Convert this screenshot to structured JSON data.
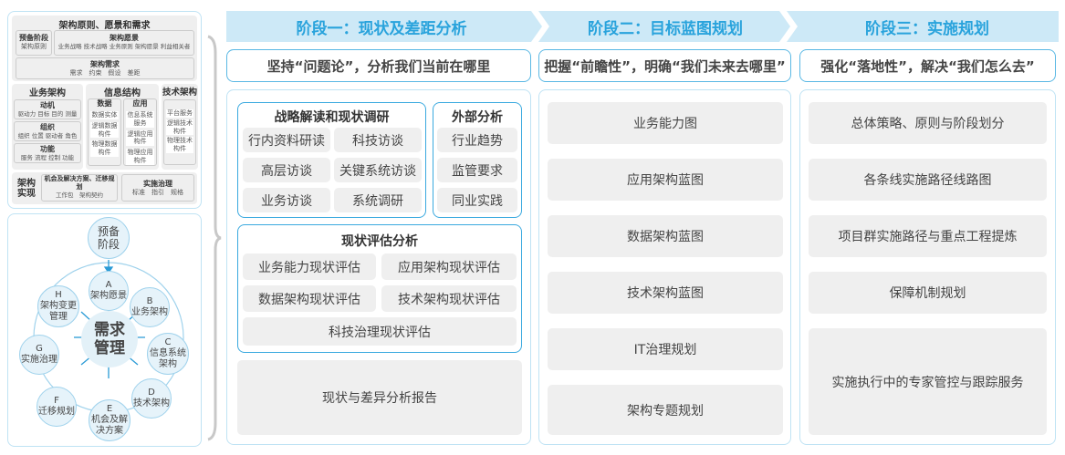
{
  "left_top": {
    "title": "架构原则、愿景和需求",
    "prelim": {
      "title": "预备阶段",
      "items": "架构原则"
    },
    "vision": {
      "title": "架构愿景",
      "items": "业务战略 技术战略 业务原则 架构愿景 利益相关者"
    },
    "req": {
      "title": "架构需求",
      "items": "需求　约束　假设　差距"
    },
    "biz": {
      "title": "业务架构",
      "groups": [
        {
          "t": "动机",
          "i": "驱动力 目标 目的 测量"
        },
        {
          "t": "组织",
          "i": "组织 位置 驱动者 角色"
        },
        {
          "t": "功能",
          "i": "服务 流程 控制 功能"
        }
      ]
    },
    "info": {
      "title": "信息结构",
      "data": {
        "t": "数据",
        "items": [
          "数据实体",
          "逻辑数据构件",
          "物理数据构件"
        ]
      },
      "app": {
        "t": "应用",
        "items": [
          "信息系统服务",
          "逻辑应用构件",
          "物理应用构件"
        ]
      }
    },
    "tech": {
      "title": "技术架构",
      "items": [
        "平台服务",
        "逻辑技术构件",
        "物理技术构件"
      ]
    },
    "impl": {
      "title": "架构实现",
      "opp": {
        "t": "机会及解决方案、迁移规划",
        "i": "工作包　架构契约"
      },
      "gov": {
        "t": "实施治理",
        "i": "标准　指引　规格"
      }
    }
  },
  "cycle": {
    "center": "需求管理",
    "prelim": "预备阶段",
    "nodes": [
      {
        "l": "A",
        "t": "架构愿景"
      },
      {
        "l": "B",
        "t": "业务架构"
      },
      {
        "l": "C",
        "t": "信息系统架构"
      },
      {
        "l": "D",
        "t": "技术架构"
      },
      {
        "l": "E",
        "t": "机会及解决方案"
      },
      {
        "l": "F",
        "t": "迁移规划"
      },
      {
        "l": "G",
        "t": "实施治理"
      },
      {
        "l": "H",
        "t": "架构变更管理"
      }
    ]
  },
  "stages": [
    {
      "title": "阶段一：现状及差距分析",
      "subtitle": "坚持“问题论”，分析我们当前在哪里"
    },
    {
      "title": "阶段二：目标蓝图规划",
      "subtitle": "把握“前瞻性”，明确“我们未来去哪里”"
    },
    {
      "title": "阶段三：实施规划",
      "subtitle": "强化“落地性”，解决“我们怎么去”"
    }
  ],
  "stage1": {
    "research": {
      "title": "战略解读和现状调研",
      "items": [
        "行内资料研读",
        "科技访谈",
        "高层访谈",
        "关键系统访谈",
        "业务访谈",
        "系统调研"
      ]
    },
    "external": {
      "title": "外部分析",
      "items": [
        "行业趋势",
        "监管要求",
        "同业实践"
      ]
    },
    "assess": {
      "title": "现状评估分析",
      "items": [
        "业务能力现状评估",
        "应用架构现状评估",
        "数据架构现状评估",
        "技术架构现状评估",
        "科技治理现状评估"
      ]
    },
    "report": "现状与差异分析报告"
  },
  "stage2": {
    "items": [
      "业务能力图",
      "应用架构蓝图",
      "数据架构蓝图",
      "技术架构蓝图",
      "IT治理规划",
      "架构专题规划"
    ]
  },
  "stage3": {
    "items": [
      "总体策略、原则与阶段划分",
      "各条线实施路径线路图",
      "项目群实施路径与重点工程提炼",
      "保障机制规划",
      "实施执行中的专家管控与跟踪服务"
    ]
  },
  "colors": {
    "accent": "#29a3dc",
    "header_bg": "#cde9f7",
    "item_bg": "#efefef",
    "border": "#3aa9df"
  }
}
